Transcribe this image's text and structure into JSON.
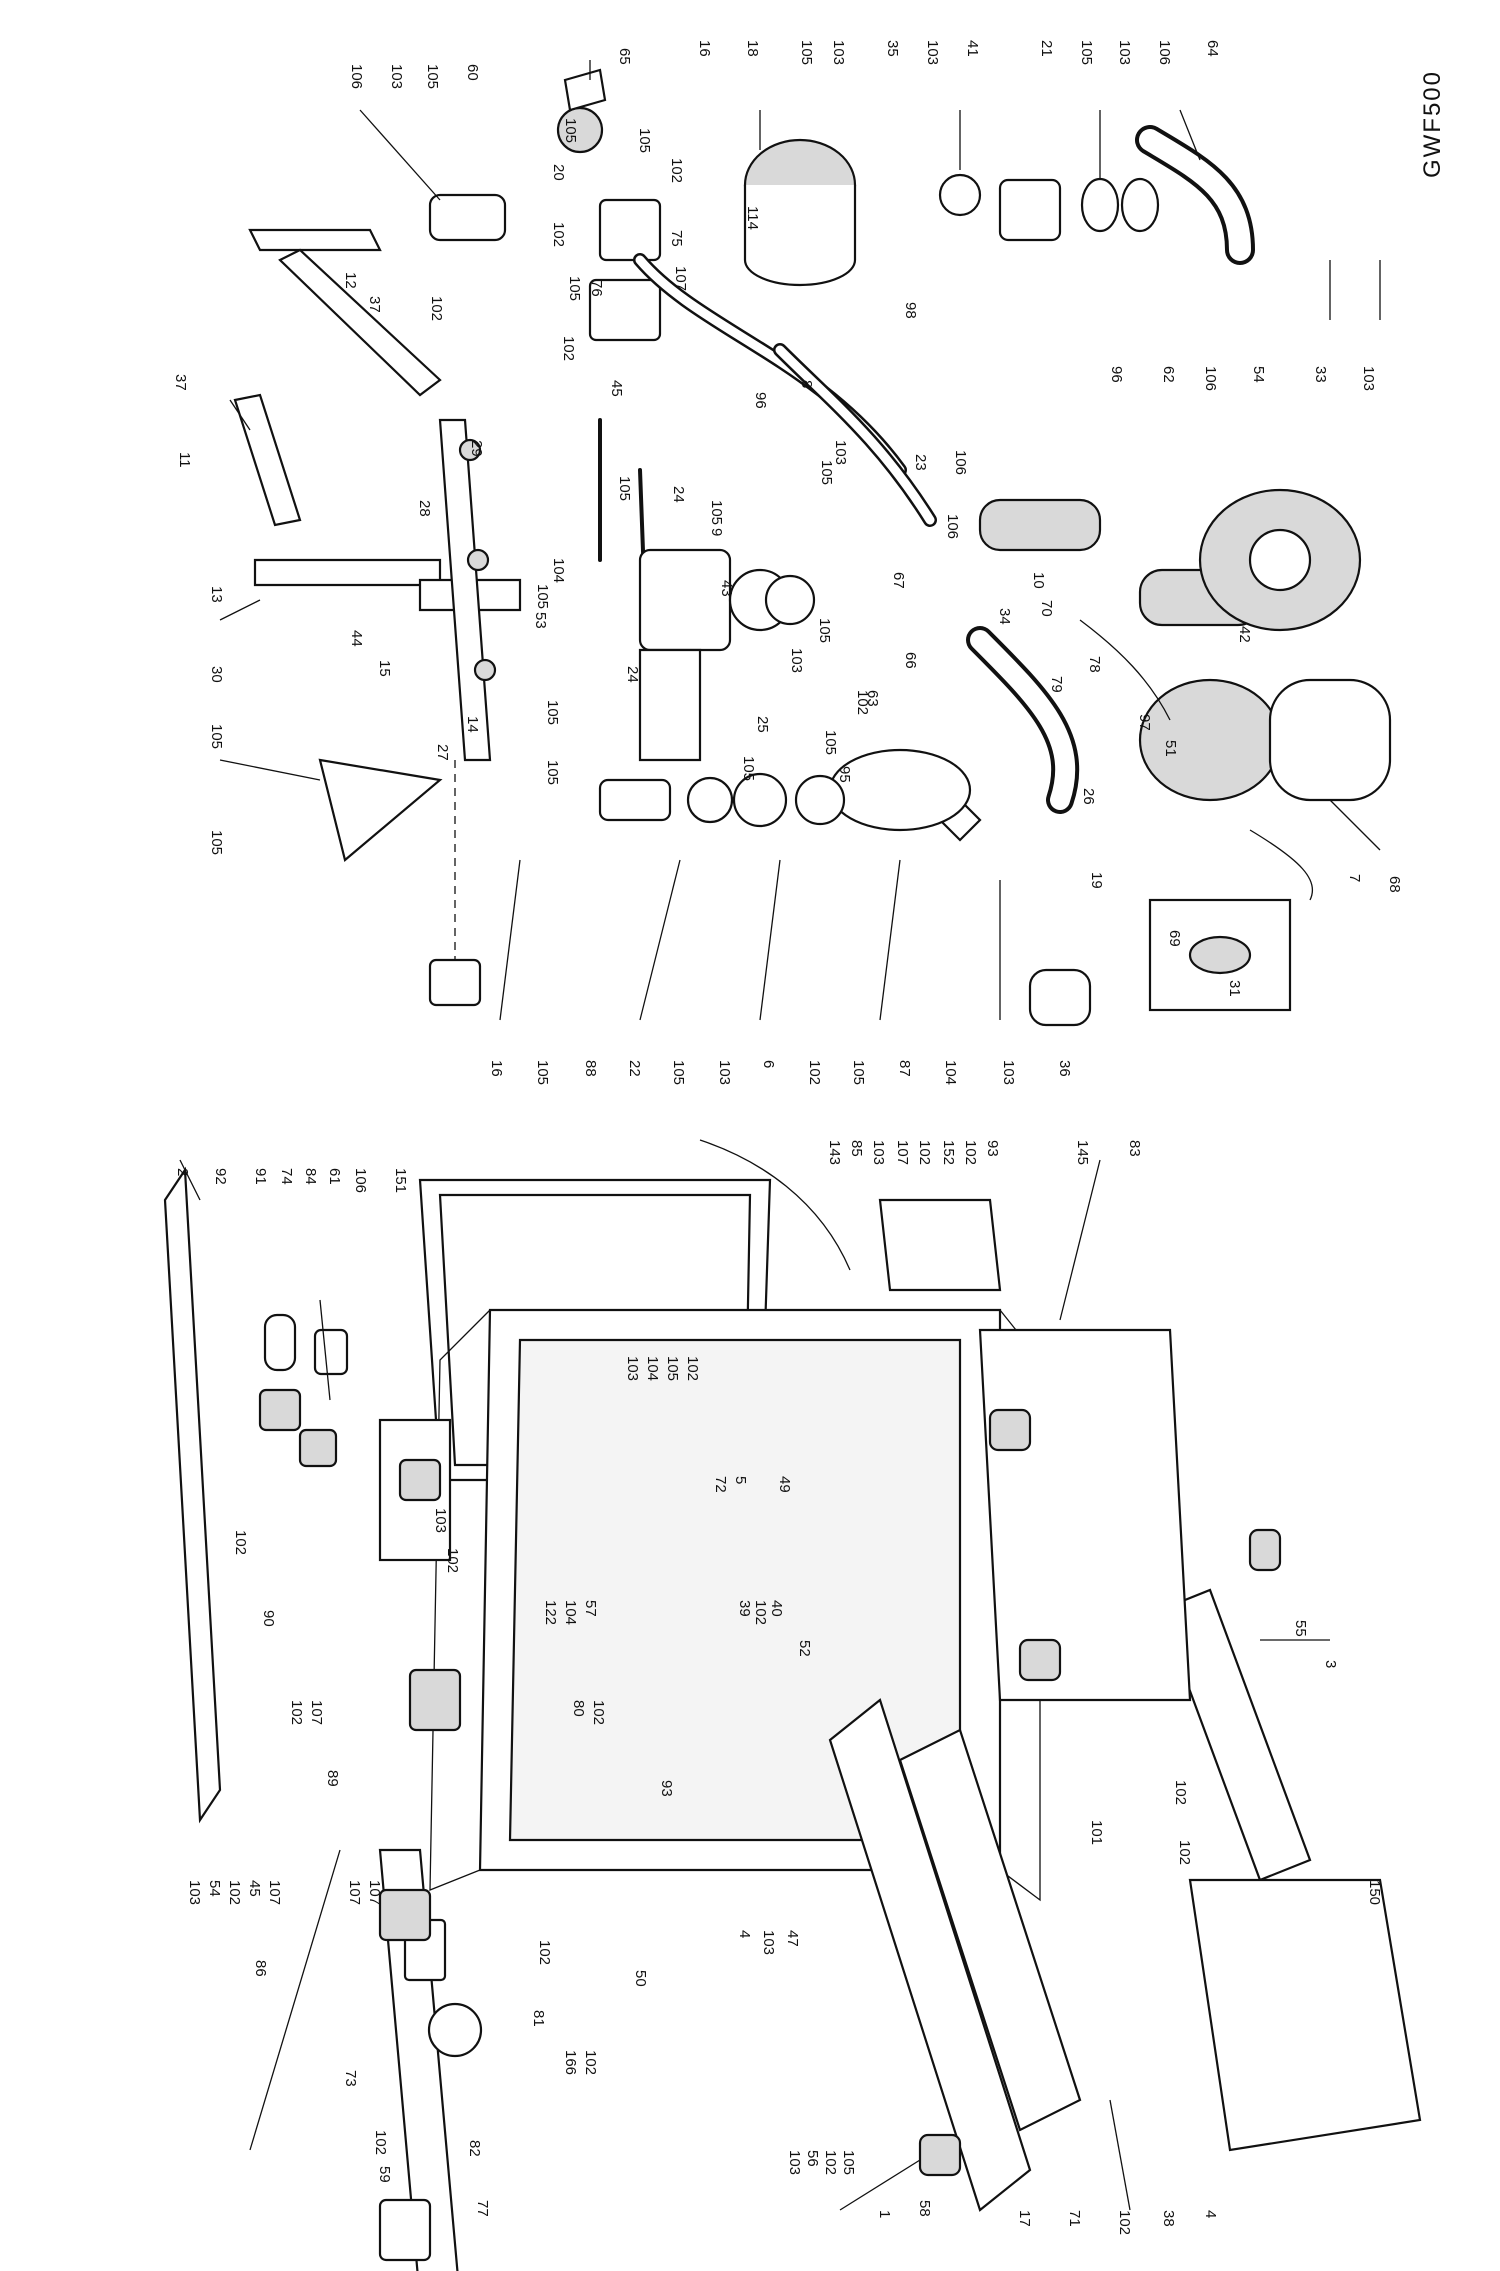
{
  "model_code": "GWF500",
  "colors": {
    "ink": "#111111",
    "paper": "#ffffff",
    "shade": "#d9d9d9"
  },
  "upper_labels": [
    "106",
    "103",
    "105",
    "60",
    "65",
    "16",
    "18",
    "105",
    "103",
    "35",
    "103",
    "41",
    "21",
    "105",
    "103",
    "106",
    "64",
    "105",
    "105",
    "102",
    "20",
    "102",
    "105",
    "75",
    "114",
    "107",
    "76",
    "98",
    "12",
    "37",
    "102",
    "37",
    "102",
    "45",
    "96",
    "8",
    "11",
    "13",
    "29",
    "28",
    "105",
    "24",
    "105",
    "9",
    "105",
    "103",
    "23",
    "106",
    "96",
    "62",
    "106",
    "54",
    "33",
    "103",
    "30",
    "44",
    "15",
    "104",
    "105",
    "53",
    "43",
    "106",
    "10",
    "70",
    "34",
    "67",
    "105",
    "103",
    "66",
    "78",
    "79",
    "97",
    "51",
    "42",
    "105",
    "14",
    "27",
    "24",
    "105",
    "25",
    "105",
    "102",
    "63",
    "19",
    "26",
    "68",
    "7",
    "105",
    "105",
    "105",
    "95",
    "69",
    "31",
    "16",
    "105",
    "88",
    "22",
    "105",
    "103",
    "6",
    "102",
    "105",
    "87",
    "104",
    "103",
    "36"
  ],
  "lower_labels": [
    "2",
    "92",
    "91",
    "74",
    "84",
    "61",
    "106",
    "151",
    "102",
    "103",
    "102",
    "90",
    "102",
    "107",
    "89",
    "103",
    "54",
    "102",
    "45",
    "107",
    "107",
    "107",
    "102",
    "86",
    "81",
    "166",
    "102",
    "73",
    "102",
    "82",
    "59",
    "77",
    "103",
    "104",
    "105",
    "102",
    "72",
    "5",
    "49",
    "122",
    "104",
    "57",
    "80",
    "102",
    "39",
    "102",
    "40",
    "52",
    "93",
    "4",
    "103",
    "47",
    "50",
    "143",
    "85",
    "103",
    "107",
    "102",
    "152",
    "102",
    "93",
    "145",
    "83",
    "55",
    "3",
    "102",
    "101",
    "102",
    "150",
    "103",
    "56",
    "102",
    "105",
    "58",
    "1",
    "17",
    "71",
    "102",
    "38",
    "4"
  ]
}
